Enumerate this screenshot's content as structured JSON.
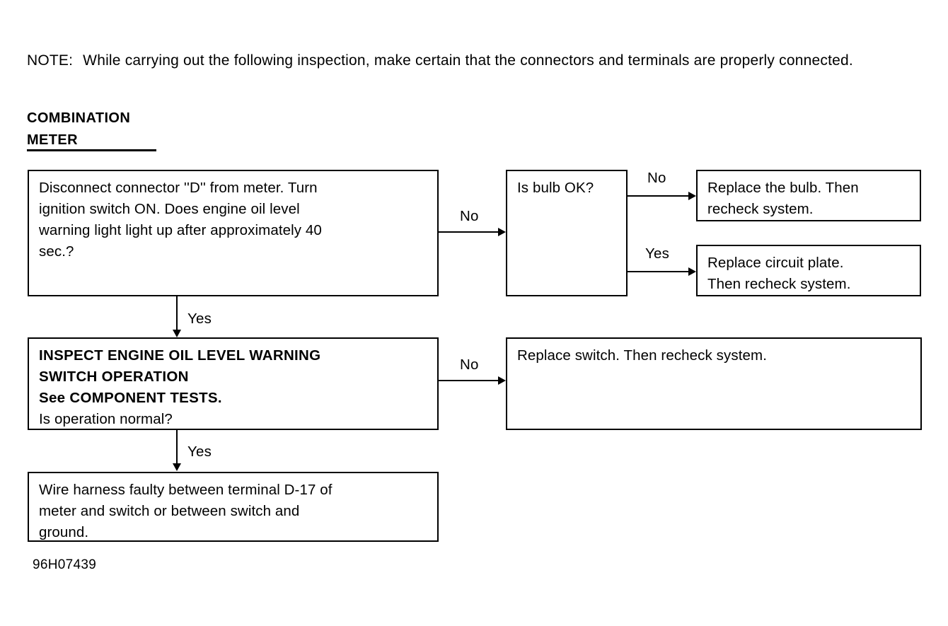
{
  "document": {
    "note": {
      "label": "NOTE:",
      "text": "While carrying out the following inspection, make certain that the connectors and terminals are properly connected."
    },
    "section_title_line1": "COMBINATION",
    "section_title_line2": "METER",
    "figure_id": "96H07439"
  },
  "flowchart": {
    "type": "diagnostic-flowchart",
    "boxes": [
      {
        "id": "start",
        "lines": [
          {
            "text": "Disconnect connector ''D'' from meter. Turn",
            "bold": false
          },
          {
            "text": "ignition switch ON. Does engine oil level",
            "bold": false
          },
          {
            "text": "warning light light up after approximately 40",
            "bold": false
          },
          {
            "text": "sec.?",
            "bold": false
          }
        ]
      },
      {
        "id": "bulb-check",
        "lines": [
          {
            "text": "Is bulb OK?",
            "bold": false
          }
        ]
      },
      {
        "id": "replace-bulb",
        "lines": [
          {
            "text": "Replace the bulb. Then",
            "bold": false
          },
          {
            "text": "recheck system.",
            "bold": false
          }
        ]
      },
      {
        "id": "replace-circuit-plate",
        "lines": [
          {
            "text": "Replace circuit plate.",
            "bold": false
          },
          {
            "text": "Then recheck system.",
            "bold": false
          }
        ]
      },
      {
        "id": "inspect-switch",
        "lines": [
          {
            "text": "INSPECT ENGINE OIL LEVEL WARNING",
            "bold": true
          },
          {
            "text": "SWITCH OPERATION",
            "bold": true
          },
          {
            "text": "See COMPONENT TESTS.",
            "bold": true
          },
          {
            "text": "Is operation normal?",
            "bold": false
          }
        ]
      },
      {
        "id": "replace-switch",
        "lines": [
          {
            "text": "Replace switch. Then recheck system.",
            "bold": false
          }
        ]
      },
      {
        "id": "wire-harness-faulty",
        "lines": [
          {
            "text": "Wire harness faulty between terminal D-17 of",
            "bold": false
          },
          {
            "text": "meter and switch or between switch and",
            "bold": false
          },
          {
            "text": "ground.",
            "bold": false
          }
        ]
      }
    ],
    "edges": [
      {
        "id": "start-to-bulb",
        "label": "No",
        "from": "start",
        "to": "bulb-check"
      },
      {
        "id": "start-to-inspect",
        "label": "Yes",
        "from": "start",
        "to": "inspect-switch"
      },
      {
        "id": "bulb-to-replace-bulb",
        "label": "No",
        "from": "bulb-check",
        "to": "replace-bulb"
      },
      {
        "id": "bulb-to-circuit-plate",
        "label": "Yes",
        "from": "bulb-check",
        "to": "replace-circuit-plate"
      },
      {
        "id": "inspect-to-replace-switch",
        "label": "No",
        "from": "inspect-switch",
        "to": "replace-switch"
      },
      {
        "id": "inspect-to-harness",
        "label": "Yes",
        "from": "inspect-switch",
        "to": "wire-harness-faulty"
      }
    ]
  },
  "colors": {
    "ink": "#000000",
    "paper": "#ffffff"
  }
}
